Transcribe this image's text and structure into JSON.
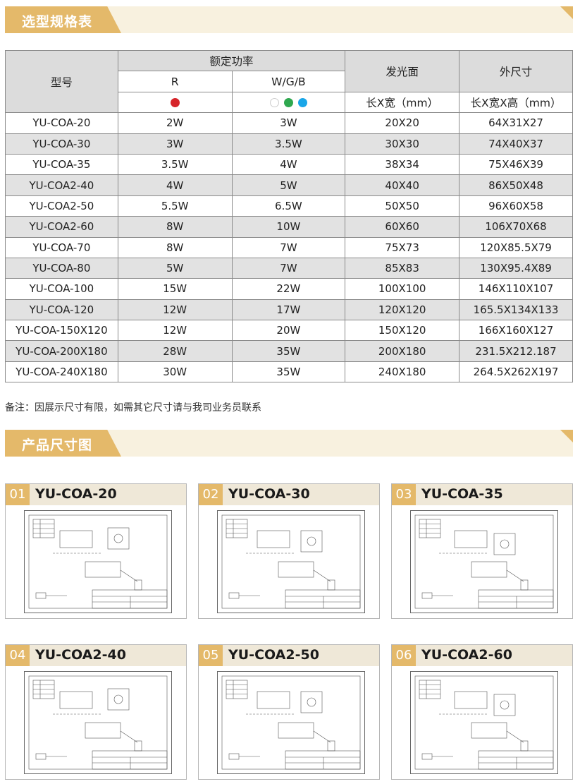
{
  "sections": {
    "selection_title": "选型规格表",
    "dimension_title": "产品尺寸图"
  },
  "table": {
    "h_model": "型号",
    "h_power": "额定功率",
    "h_power_r": "R",
    "h_power_wgb": "W/G/B",
    "h_emit": "发光面",
    "h_emit_unit": "长X宽（mm）",
    "h_size": "外尺寸",
    "h_size_unit": "长X宽X高（mm）",
    "dot_colors": {
      "red": "#d6242a",
      "white": "#ffffff",
      "green": "#2fa84f",
      "blue": "#1aa6e8"
    },
    "rows": [
      [
        "YU-COA-20",
        "2W",
        "3W",
        "20X20",
        "64X31X27"
      ],
      [
        "YU-COA-30",
        "3W",
        "3.5W",
        "30X30",
        "74X40X37"
      ],
      [
        "YU-COA-35",
        "3.5W",
        "4W",
        "38X34",
        "75X46X39"
      ],
      [
        "YU-COA2-40",
        "4W",
        "5W",
        "40X40",
        "86X50X48"
      ],
      [
        "YU-COA2-50",
        "5.5W",
        "6.5W",
        "50X50",
        "96X60X58"
      ],
      [
        "YU-COA2-60",
        "8W",
        "10W",
        "60X60",
        "106X70X68"
      ],
      [
        "YU-COA-70",
        "8W",
        "7W",
        "75X73",
        "120X85.5X79"
      ],
      [
        "YU-COA-80",
        "5W",
        "7W",
        "85X83",
        "130X95.4X89"
      ],
      [
        "YU-COA-100",
        "15W",
        "22W",
        "100X100",
        "146X110X107"
      ],
      [
        "YU-COA-120",
        "12W",
        "17W",
        "120X120",
        "165.5X134X133"
      ],
      [
        "YU-COA-150X120",
        "12W",
        "20W",
        "150X120",
        "166X160X127"
      ],
      [
        "YU-COA-200X180",
        "28W",
        "35W",
        "200X180",
        "231.5X212.187"
      ],
      [
        "YU-COA-240X180",
        "30W",
        "35W",
        "240X180",
        "264.5X262X197"
      ]
    ]
  },
  "note": "备注：因展示尺寸有限，如需其它尺寸请与我司业务员联系",
  "cards": [
    {
      "num": "01",
      "title": "YU-COA-20"
    },
    {
      "num": "02",
      "title": "YU-COA-30"
    },
    {
      "num": "03",
      "title": "YU-COA-35"
    },
    {
      "num": "04",
      "title": "YU-COA2-40"
    },
    {
      "num": "05",
      "title": "YU-COA2-50"
    },
    {
      "num": "06",
      "title": "YU-COA2-60"
    }
  ],
  "accent_color": "#e4b96a"
}
